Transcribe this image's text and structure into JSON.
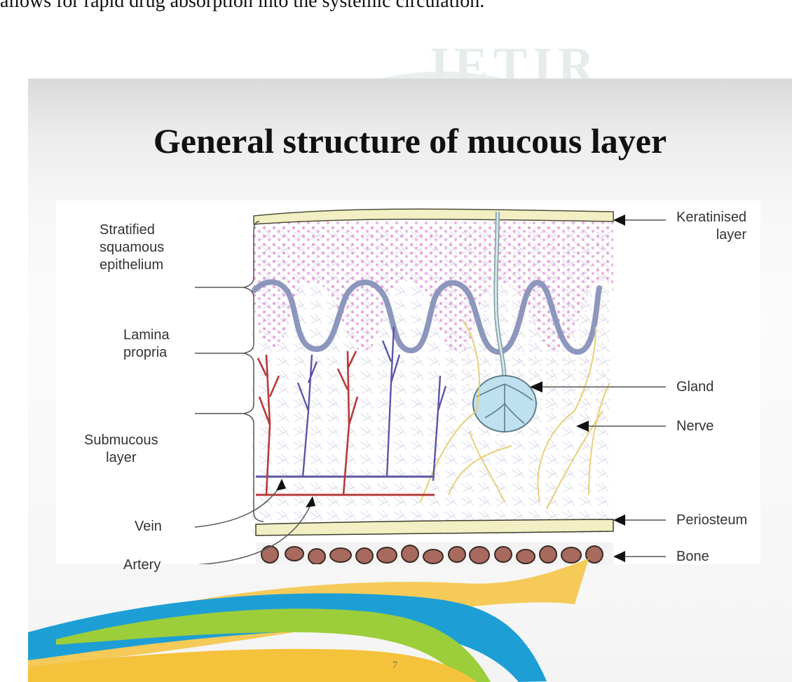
{
  "document": {
    "text_line": "allows for rapid drug absorption into the systemic circulation.",
    "watermark": "JETIR"
  },
  "slide": {
    "title": "General structure of mucous layer",
    "page_number": "7"
  },
  "labels": {
    "left": {
      "stratified": [
        "Stratified",
        "squamous",
        "epithelium"
      ],
      "lamina": [
        "Lamina",
        "propria"
      ],
      "submucous": [
        "Submucous",
        "layer"
      ],
      "vein": "Vein",
      "artery": "Artery"
    },
    "right": {
      "keratinised": [
        "Keratinised",
        "layer"
      ],
      "gland": "Gland",
      "nerve": "Nerve",
      "periosteum": "Periosteum",
      "bone": "Bone"
    }
  },
  "colors": {
    "keratin": "#f3efc4",
    "epithelium_dots": "#e6a6dc",
    "basement_membrane": "#8d97bd",
    "artery": "#b83a3a",
    "vein": "#5b55a8",
    "nerve": "#e8cf78",
    "gland": "#bfe0ee",
    "bone": "#a86a5e",
    "swoosh_blue": "#1d9fd6",
    "swoosh_green": "#9ccd3a",
    "swoosh_yellow": "#f5c23c"
  }
}
